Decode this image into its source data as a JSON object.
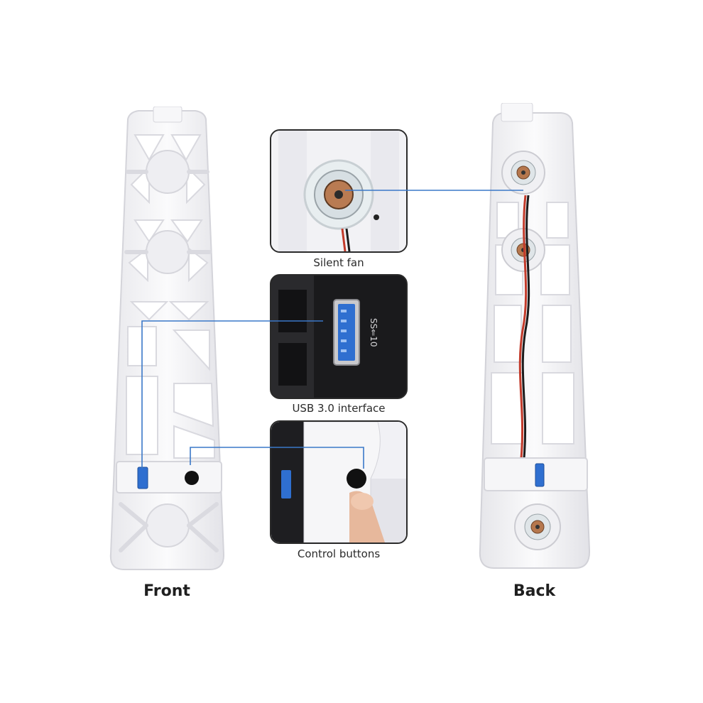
{
  "labels": {
    "front": "Front",
    "back": "Back"
  },
  "insets": {
    "fan": {
      "caption": "Silent fan"
    },
    "usb": {
      "caption": "USB 3.0 interface"
    },
    "buttons": {
      "caption": "Control buttons"
    }
  },
  "colors": {
    "callout_line": "#3a78c8",
    "frame_plastic": "#f4f4f6",
    "inset_border": "#2b2b2b",
    "usb_blue": "#2f6fd0",
    "wire_red": "#c23a2a"
  }
}
